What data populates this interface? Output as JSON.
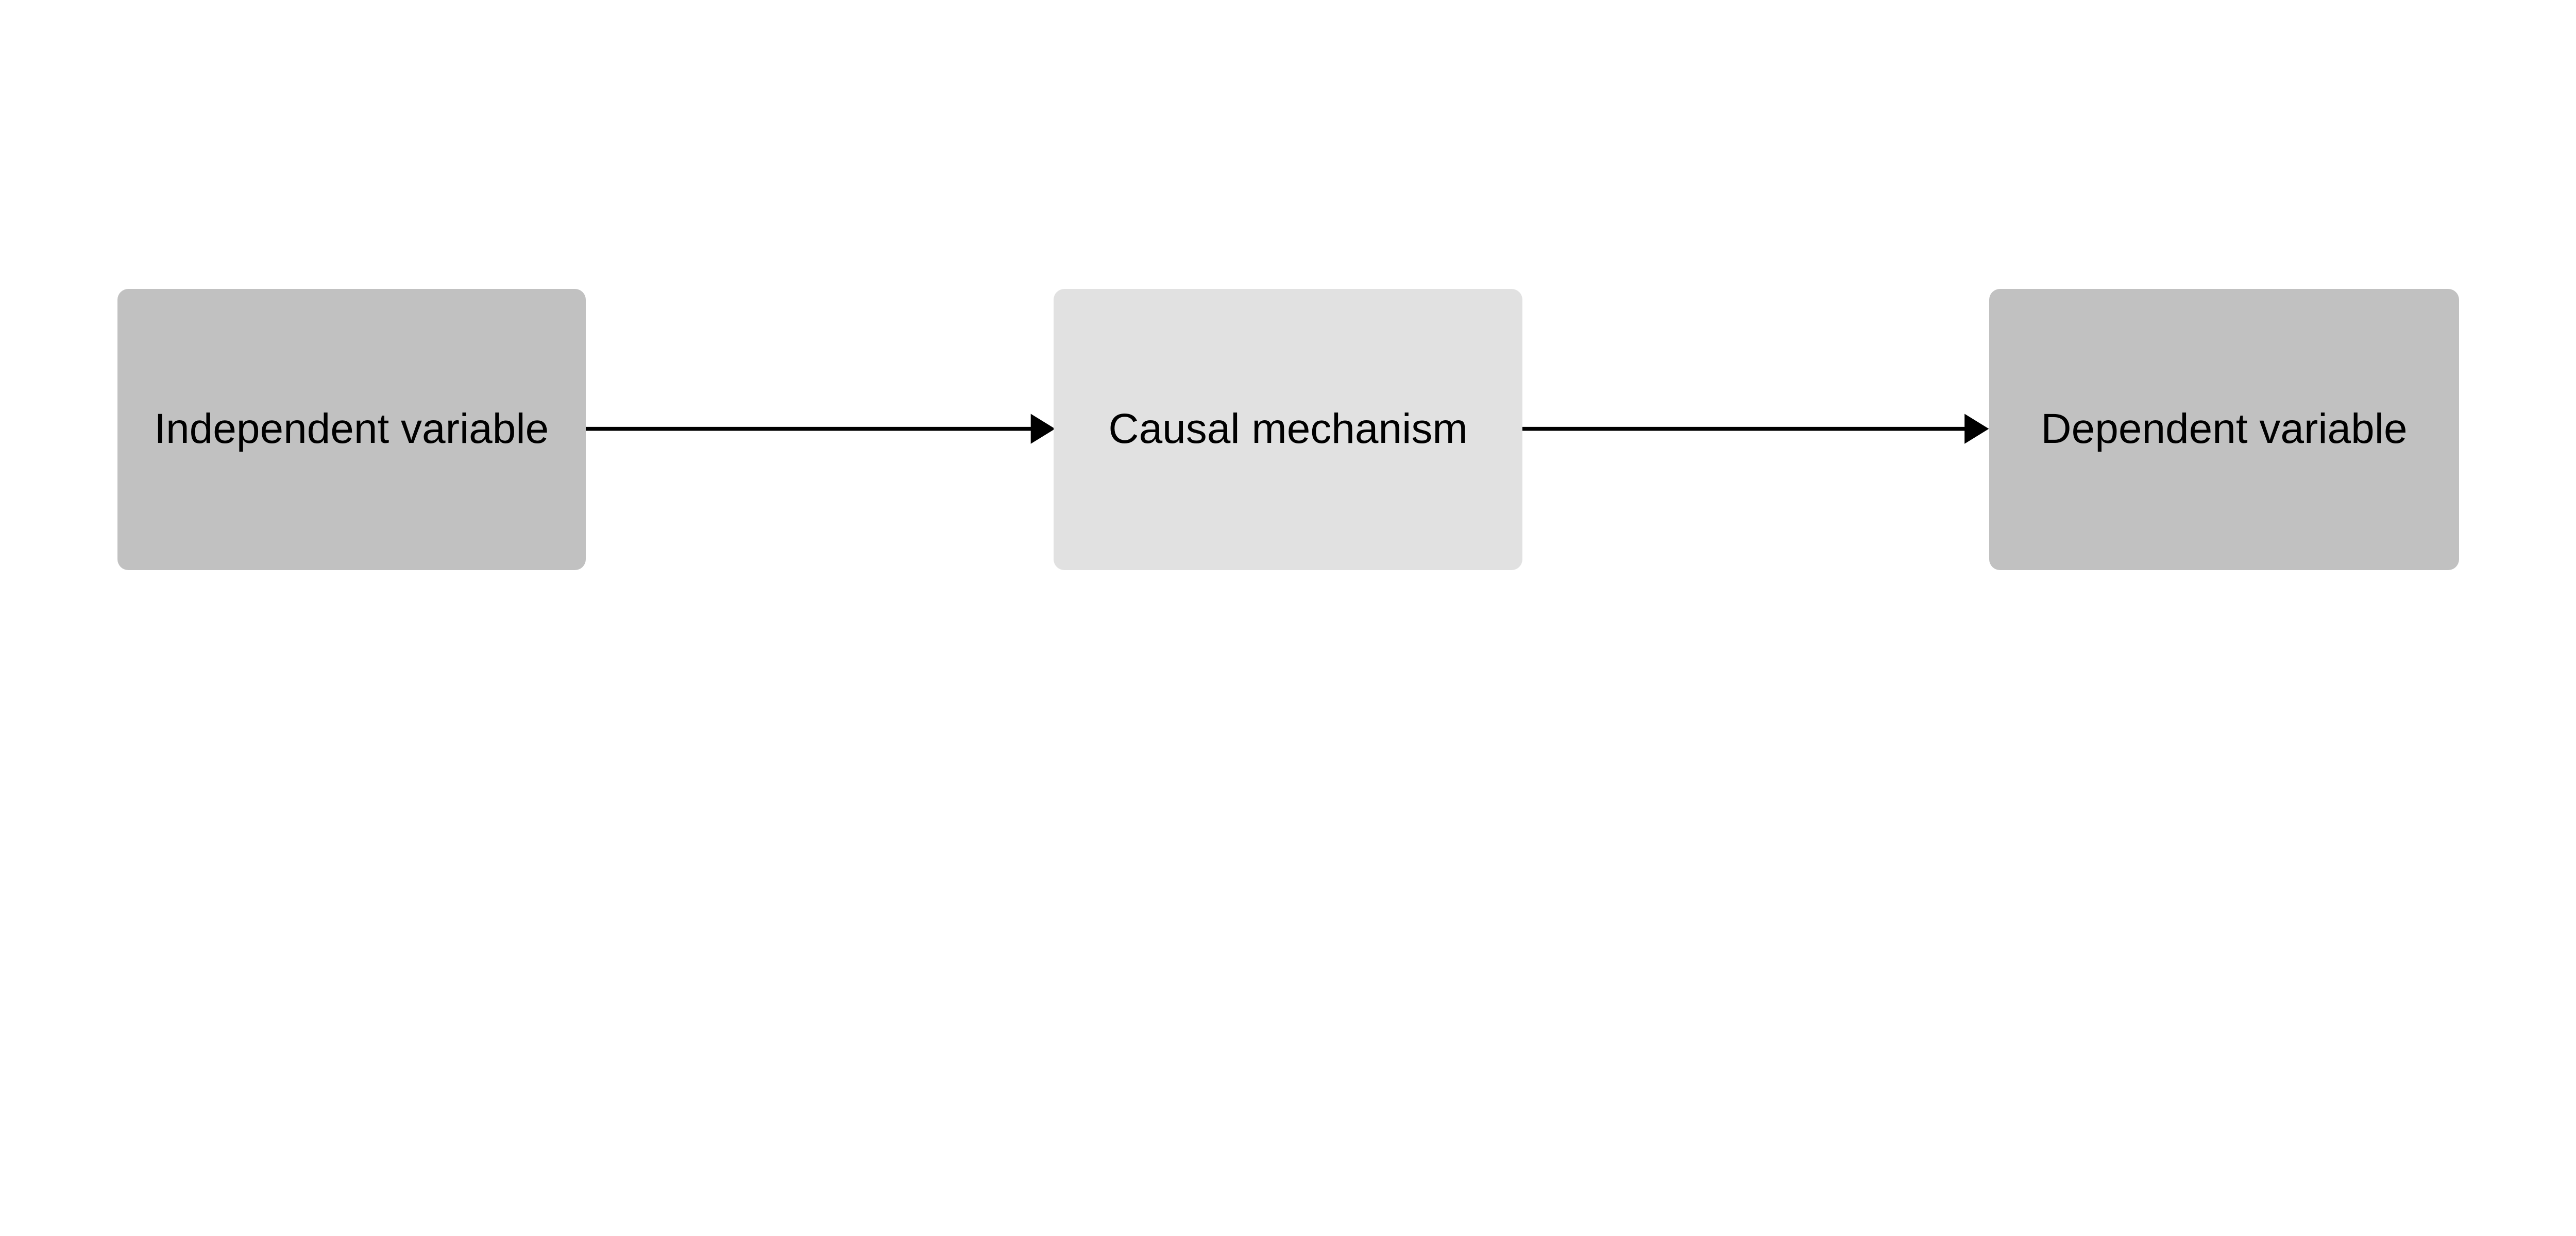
{
  "diagram": {
    "background_color": "#ffffff",
    "arrow_color": "#000000",
    "text_color": "#000000",
    "nodes": [
      {
        "id": "independent-variable",
        "label": "Independent variable",
        "fill": "#c1c1c1"
      },
      {
        "id": "causal-mechanism",
        "label": "Causal mechanism",
        "fill": "#e1e1e1"
      },
      {
        "id": "dependent-variable",
        "label": "Dependent variable",
        "fill": "#c1c1c1"
      }
    ],
    "edges": [
      {
        "from": "independent-variable",
        "to": "causal-mechanism",
        "type": "arrow"
      },
      {
        "from": "causal-mechanism",
        "to": "dependent-variable",
        "type": "arrow"
      }
    ]
  }
}
